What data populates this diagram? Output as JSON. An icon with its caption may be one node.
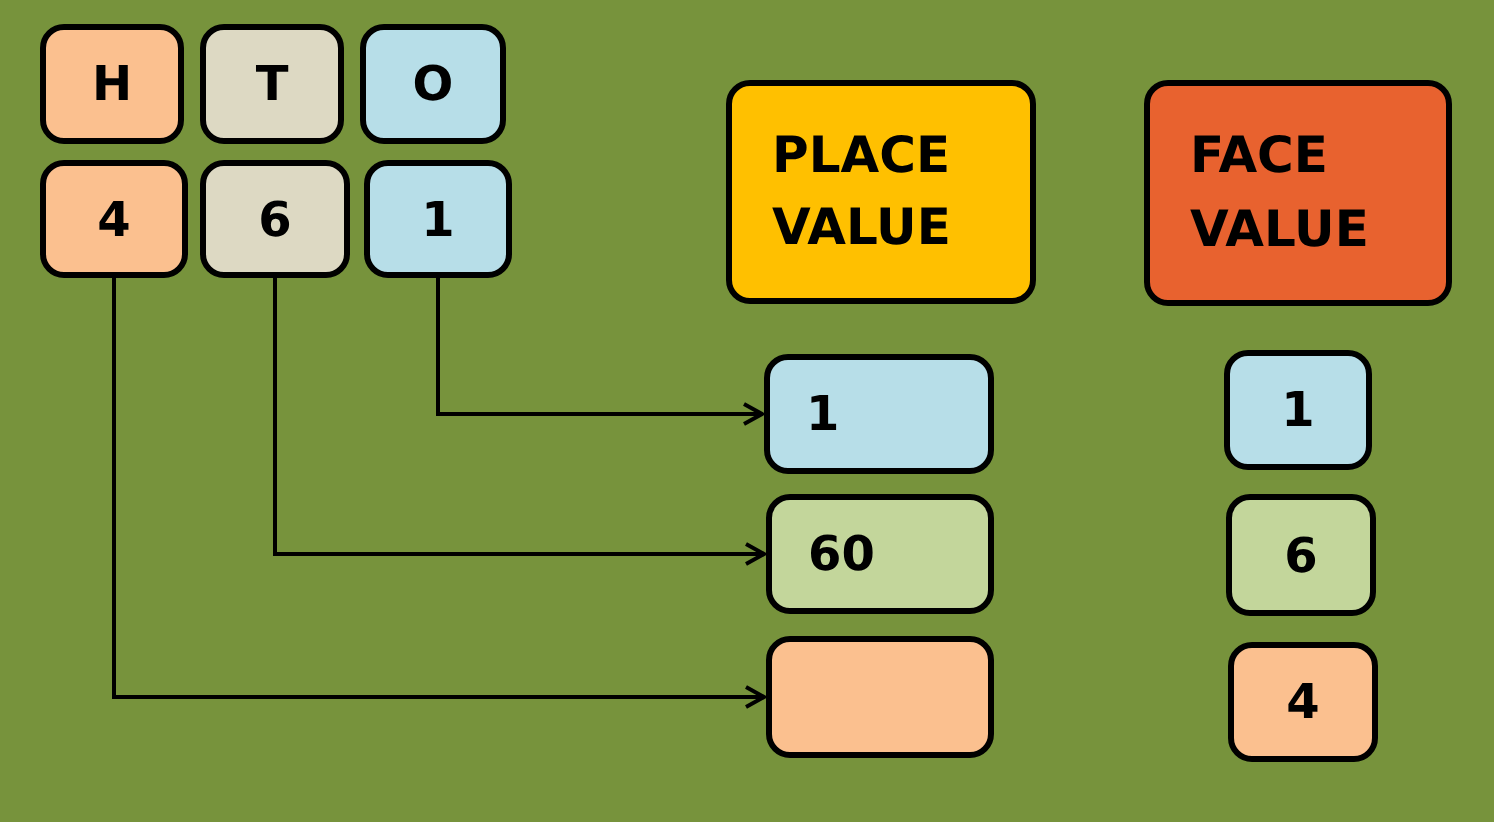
{
  "diagram": {
    "nodes": [
      {
        "text": [
          "H"
        ]
      },
      {
        "text": [
          "T"
        ]
      },
      {
        "text": [
          "O"
        ]
      },
      {
        "text": [
          "4"
        ]
      },
      {
        "text": [
          "6"
        ]
      },
      {
        "text": [
          "1"
        ]
      },
      {
        "text": [
          "PLACE VALUE"
        ]
      },
      {
        "text": [
          "FACE VALUE"
        ]
      },
      {
        "text": [
          "1"
        ]
      },
      {
        "text": [
          "60"
        ]
      },
      {
        "text": [],
        "shape": "box"
      },
      {
        "text": [
          "1"
        ]
      },
      {
        "text": [
          "6"
        ]
      },
      {
        "text": [
          "4"
        ]
      }
    ],
    "edges": [
      {
        "from": 5,
        "to": 8,
        "arrow": "to"
      },
      {
        "from": 4,
        "to": 9,
        "arrow": "to"
      },
      {
        "from": 3,
        "to": 10,
        "arrow": "to"
      }
    ]
  }
}
